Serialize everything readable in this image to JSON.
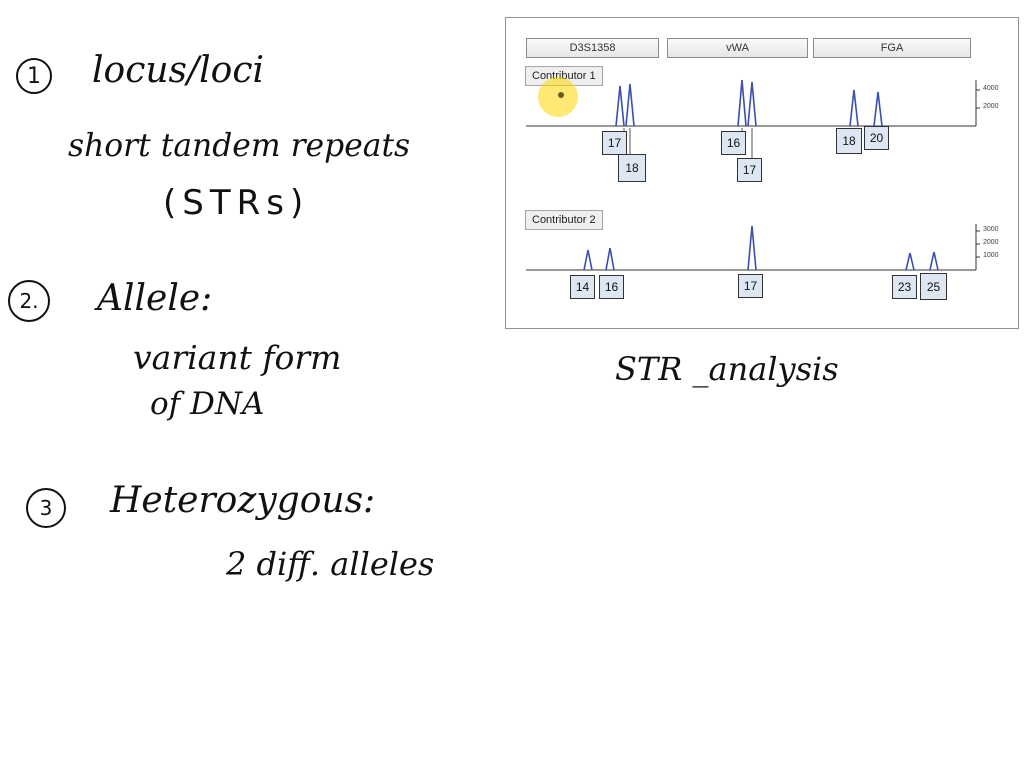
{
  "notes": {
    "item1": {
      "number": "1",
      "lines": [
        "locus/loci",
        "short tandem repeats",
        "(STRs)"
      ]
    },
    "item2": {
      "number": "2.",
      "lines": [
        "Allele:",
        "variant form",
        "of DNA"
      ]
    },
    "item3": {
      "number": "3",
      "lines": [
        "Heterozygous:",
        "2 diff. alleles"
      ]
    },
    "caption": "STR _analysis"
  },
  "figure": {
    "loci": [
      "D3S1358",
      "vWA",
      "FGA"
    ],
    "contributor1": {
      "label": "Contributor 1",
      "alleles": [
        "17",
        "18",
        "16",
        "17",
        "18",
        "20"
      ],
      "ticks": [
        "4000",
        "2000"
      ]
    },
    "contributor2": {
      "label": "Contributor 2",
      "alleles": [
        "14",
        "16",
        "17",
        "23",
        "25"
      ],
      "ticks": [
        "3000",
        "2000",
        "1000"
      ]
    },
    "peak_color": "#3b4fb0"
  }
}
